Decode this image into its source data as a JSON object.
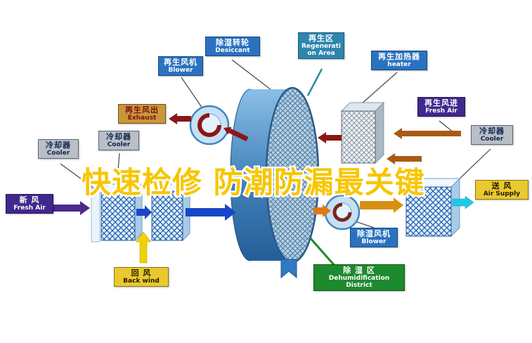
{
  "headline": {
    "text": "快速检修 防潮防漏最关键",
    "color": "#f7c600"
  },
  "labels": {
    "blower_regen": {
      "zh": "再生风机",
      "en": "Blower"
    },
    "desiccant": {
      "zh": "除湿转轮",
      "en": "Desiccant"
    },
    "regen_area": {
      "zh": "再生区",
      "en": "Regeneration Area"
    },
    "heater": {
      "zh": "再生加热器",
      "en": "heater"
    },
    "exhaust": {
      "zh": "再生风出",
      "en": "Exhaust"
    },
    "cooler_left_outer": {
      "zh": "冷却器",
      "en": "Cooler"
    },
    "cooler_left_inner": {
      "zh": "冷却器",
      "en": "Cooler"
    },
    "regen_fresh_air": {
      "zh": "再生风进",
      "en": "Fresh Air"
    },
    "cooler_right": {
      "zh": "冷却器",
      "en": "Cooler"
    },
    "fresh_air": {
      "zh": "新 风",
      "en": "Fresh Air"
    },
    "air_supply": {
      "zh": "送 风",
      "en": "Air Supply"
    },
    "back_wind": {
      "zh": "回 风",
      "en": "Back wind"
    },
    "blower_dehum": {
      "zh": "除湿风机",
      "en": "Blower"
    },
    "dehum_district": {
      "zh": "除 湿 区",
      "en": "Dehumidification District"
    }
  },
  "palette": {
    "headline_gold": "#f7c600",
    "label_blue": "#2a72c0",
    "label_teal": "#2e86ad",
    "label_gray": "#b9bfc7",
    "label_tan": "#c9973b",
    "label_purple": "#40288e",
    "label_yellow": "#e9c92f",
    "label_green": "#1e8a2e",
    "wheel_blue": "#4584bc",
    "arrow_darkred": "#8b1616",
    "arrow_brown": "#a85a14",
    "arrow_blue": "#1a46c8",
    "arrow_purple": "#4b2a8a",
    "arrow_gold": "#d89010",
    "arrow_orange": "#e07818",
    "arrow_cyan": "#20c8e8",
    "arrow_yellow": "#eed202"
  }
}
